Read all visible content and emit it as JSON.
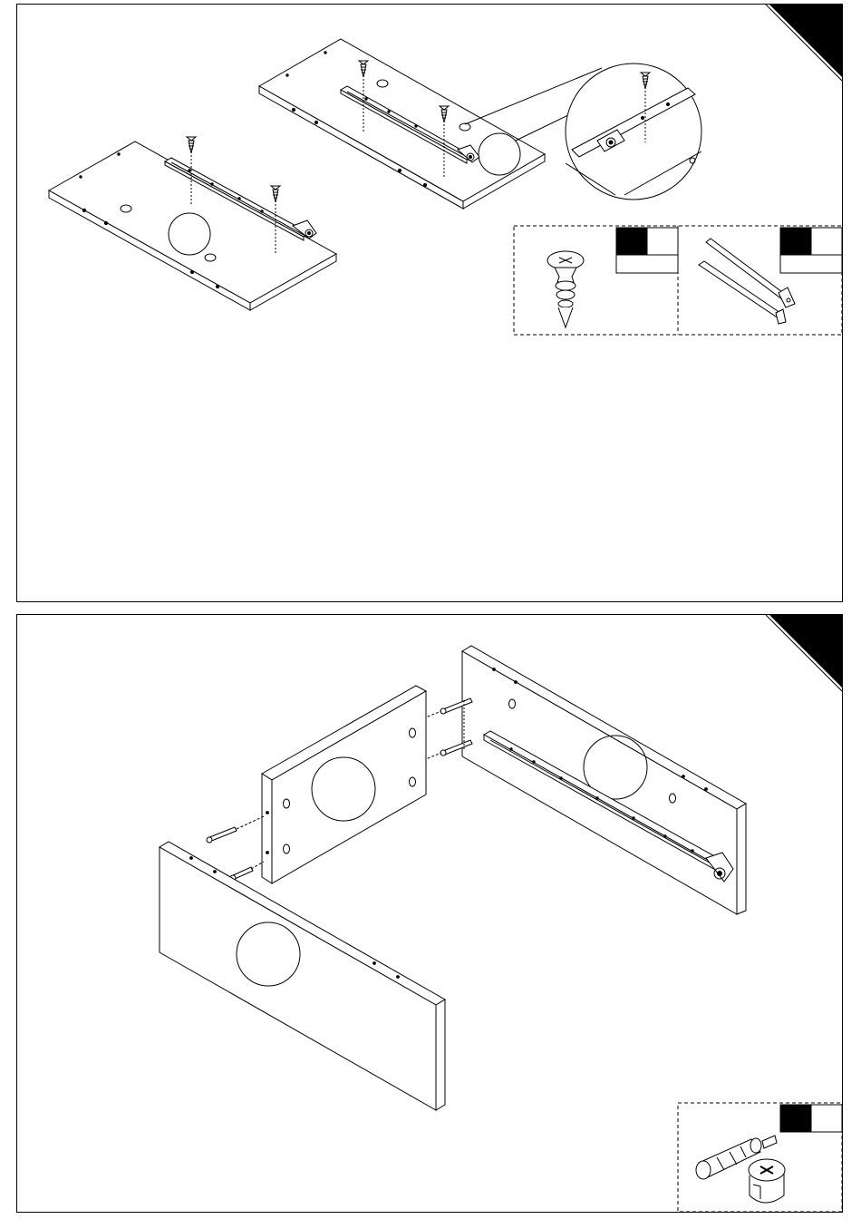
{
  "document": {
    "type": "assembly-instructions",
    "steps": [
      {
        "step_label": "",
        "parts_shown": [
          "screw",
          "drawer-slide"
        ],
        "part_codes": [
          "",
          ""
        ],
        "quantities": [
          "",
          ""
        ]
      },
      {
        "step_label": "",
        "parts_shown": [
          "cam-bolt-and-lock"
        ],
        "part_codes": [
          ""
        ],
        "quantities": [
          ""
        ]
      }
    ]
  },
  "colors": {
    "line": "#000000",
    "background": "#ffffff",
    "fill_dark": "#000000"
  }
}
